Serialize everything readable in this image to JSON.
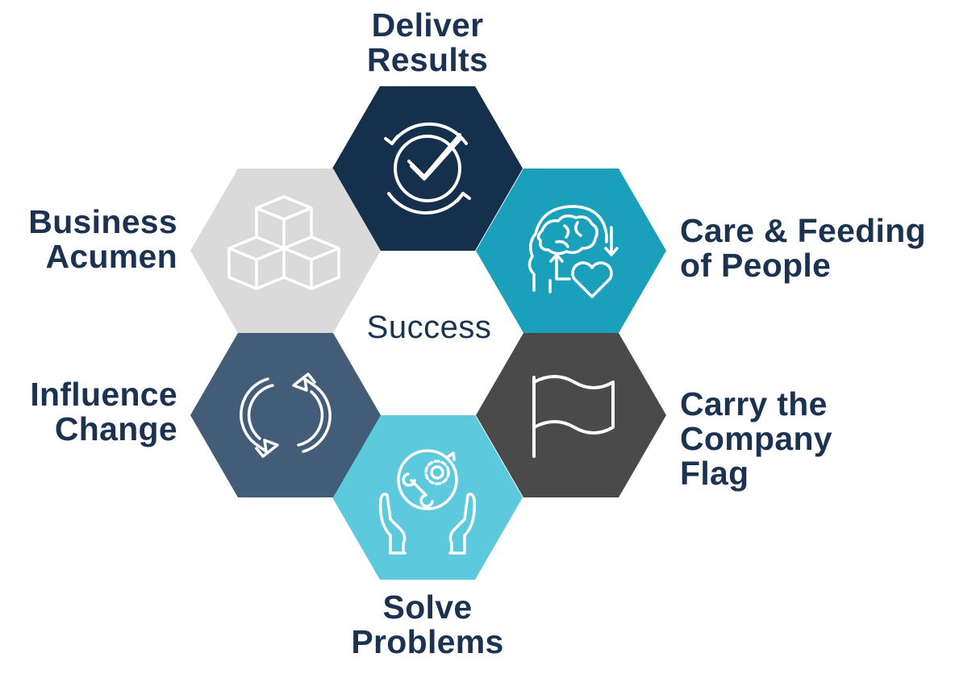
{
  "center": {
    "label": "Success"
  },
  "segments": [
    {
      "id": "deliver",
      "line1": "Deliver",
      "line2": "Results",
      "line3": "",
      "color": "#14304d",
      "icon": "check-cycle-icon"
    },
    {
      "id": "care",
      "line1": "Care & Feeding",
      "line2": "of People",
      "line3": "",
      "color": "#1aa0ba",
      "icon": "head-heart-icon"
    },
    {
      "id": "flag",
      "line1": "Carry the",
      "line2": "Company",
      "line3": "Flag",
      "color": "#4a4a4a",
      "icon": "flag-icon"
    },
    {
      "id": "solve",
      "line1": "Solve",
      "line2": "Problems",
      "line3": "",
      "color": "#5ccadc",
      "icon": "hands-tools-icon"
    },
    {
      "id": "influence",
      "line1": "Influence",
      "line2": "Change",
      "line3": "",
      "color": "#435d78",
      "icon": "refresh-arrows-icon"
    },
    {
      "id": "business",
      "line1": "Business",
      "line2": "Acumen",
      "line3": "",
      "color": "#dadada",
      "icon": "boxes-icon"
    }
  ]
}
